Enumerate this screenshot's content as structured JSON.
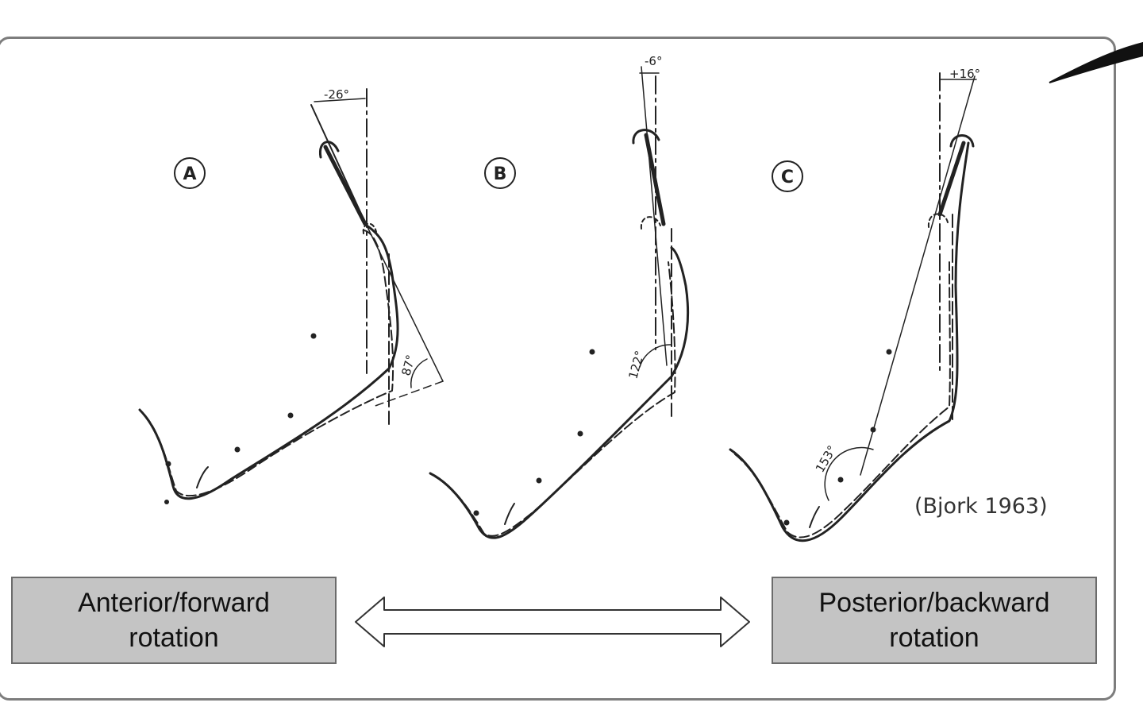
{
  "panels": [
    {
      "letter": "A",
      "top_angle": "-26°",
      "jaw_angle": "87°"
    },
    {
      "letter": "B",
      "top_angle": "-6°",
      "jaw_angle": "122°"
    },
    {
      "letter": "C",
      "top_angle": "+16°",
      "jaw_angle": "153°"
    }
  ],
  "citation": "(Bjork 1963)",
  "rotation_labels": {
    "anterior_line1": "Anterior/forward",
    "anterior_line2": "rotation",
    "posterior_line1": "Posterior/backward",
    "posterior_line2": "rotation"
  },
  "icons": {
    "double_arrow": "double-arrow-icon",
    "pen_stroke": "pen-stroke-icon"
  },
  "colors": {
    "box_fill": "#c4c4c4",
    "frame_border": "#7d7d7d",
    "line": "#222222"
  }
}
